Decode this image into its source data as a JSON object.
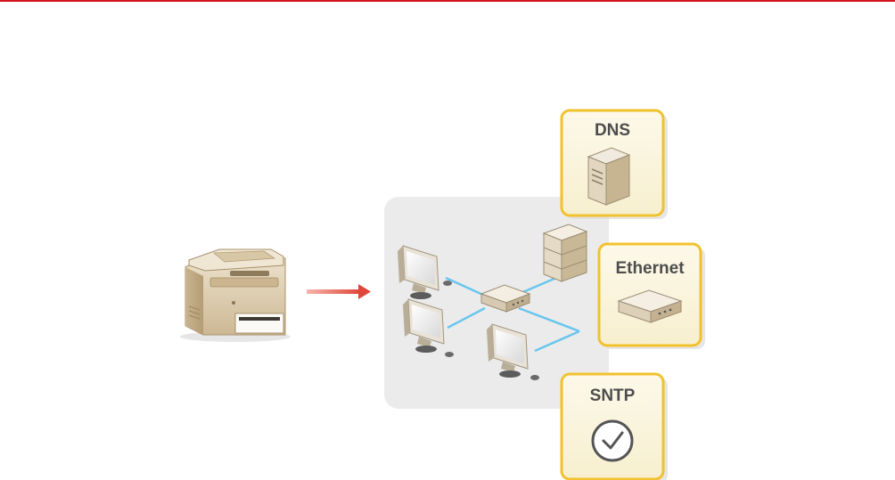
{
  "colors": {
    "accent_rule": "#d2141d",
    "arrow": "#e0473a",
    "network_panel": "#e9e9e9",
    "cable": "#69c6ee",
    "card_border": "#f2c12e",
    "card_fill": "#fbf6e1",
    "device_beige": "#d9c9ad"
  },
  "cards": {
    "dns": {
      "label": "DNS",
      "icon": "server-tower-icon"
    },
    "ethernet": {
      "label": "Ethernet",
      "icon": "network-hub-icon"
    },
    "sntp": {
      "label": "SNTP",
      "icon": "clock-icon"
    }
  }
}
